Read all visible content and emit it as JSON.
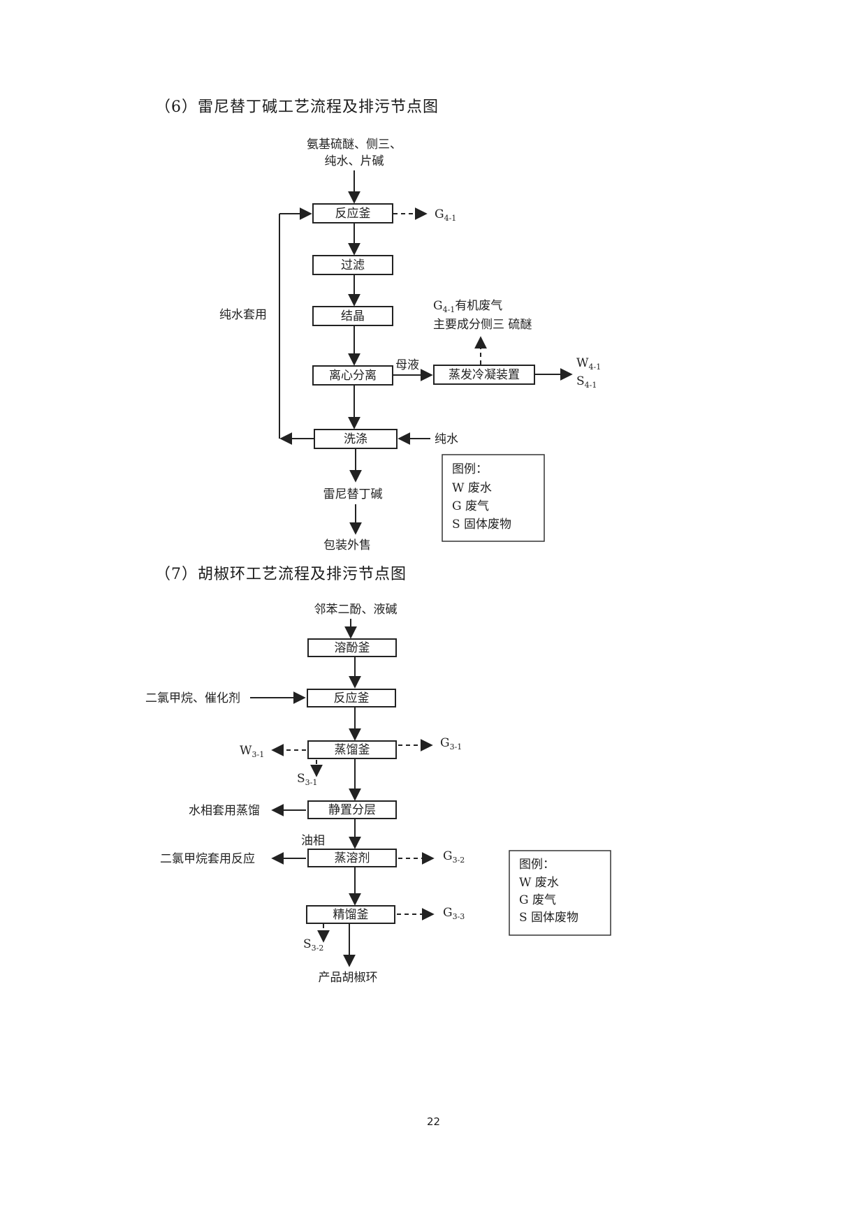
{
  "section6": {
    "title": "（6）雷尼替丁碱工艺流程及排污节点图",
    "inputs_line1": "氨基硫醚、侧三、",
    "inputs_line2": "纯水、片碱",
    "boxes": {
      "reactor": "反应釜",
      "filter": "过滤",
      "crystal": "结晶",
      "centrifuge": "离心分离",
      "wash": "洗涤",
      "evaporator": "蒸发冷凝装置"
    },
    "recycle_label": "纯水套用",
    "mother_liquor": "母液",
    "pure_water": "纯水",
    "gas_out": {
      "letter": "G",
      "sub": "4-1"
    },
    "gas_note_line1": {
      "letter": "G",
      "sub": "4-1",
      "text": "有机废气"
    },
    "gas_note_line2": "主要成分侧三 硫醚",
    "w_out": {
      "letter": "W",
      "sub": "4-1"
    },
    "s_out": {
      "letter": "S",
      "sub": "4-1"
    },
    "product": "雷尼替丁碱",
    "final": "包装外售",
    "legend": {
      "title": "图例：",
      "items": [
        "W 废水",
        "G 废气",
        "S 固体废物"
      ]
    }
  },
  "section7": {
    "title": "（7）胡椒环工艺流程及排污节点图",
    "input": "邻苯二酚、液碱",
    "boxes": {
      "dissolve": "溶酚釜",
      "reactor": "反应釜",
      "distill": "蒸馏釜",
      "settle": "静置分层",
      "solvent": "蒸溶剂",
      "rectify": "精馏釜"
    },
    "side_input": "二氯甲烷、催化剂",
    "w31": {
      "letter": "W",
      "sub": "3-1"
    },
    "g31": {
      "letter": "G",
      "sub": "3-1"
    },
    "s31": {
      "letter": "S",
      "sub": "3-1"
    },
    "aqueous": "水相套用蒸馏",
    "oil_phase": "油相",
    "dcm_reuse": "二氯甲烷套用反应",
    "g32": {
      "letter": "G",
      "sub": "3-2"
    },
    "g33": {
      "letter": "G",
      "sub": "3-3"
    },
    "s32": {
      "letter": "S",
      "sub": "3-2"
    },
    "product": "产品胡椒环",
    "legend": {
      "title": "图例：",
      "items": [
        "W 废水",
        "G 废气",
        "S 固体废物"
      ]
    }
  },
  "page_number": "22"
}
